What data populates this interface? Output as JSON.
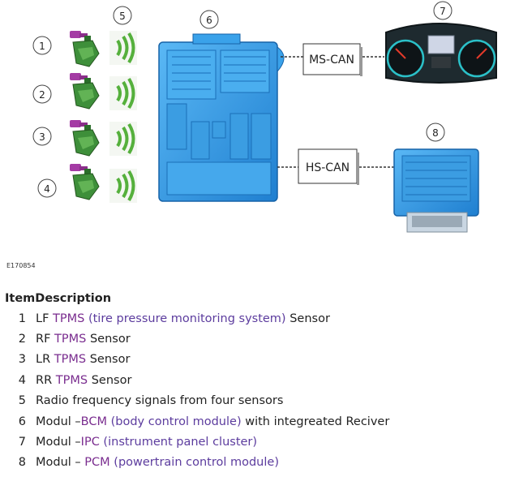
{
  "diagram": {
    "callouts": [
      "1",
      "2",
      "3",
      "4",
      "5",
      "6",
      "7",
      "8"
    ],
    "bus_ms": "MS-CAN",
    "bus_hs": "HS-CAN",
    "figure_id": "E170854",
    "icons": [
      "tpms-sensor-icon",
      "radio-wave-icon",
      "bcm-module-icon",
      "instrument-cluster-icon",
      "pcm-module-icon"
    ],
    "colors": {
      "module_blue": "#2f9be8",
      "sensor_green": "#3e8f3a",
      "valve_purple": "#8a2f8a",
      "wave_green": "#55b03c",
      "link": "#5c3c9e"
    }
  },
  "legend": {
    "header_item": "Item",
    "header_desc": "Description",
    "rows": [
      {
        "num": "1",
        "pre": "LF ",
        "acr": "TPMS",
        "link": " (tire pressure monitoring system)",
        "post": " Sensor"
      },
      {
        "num": "2",
        "pre": "RF ",
        "acr": "TPMS",
        "link": "",
        "post": " Sensor"
      },
      {
        "num": "3",
        "pre": "LR ",
        "acr": "TPMS",
        "link": "",
        "post": " Sensor"
      },
      {
        "num": "4",
        "pre": "RR ",
        "acr": "TPMS",
        "link": "",
        "post": " Sensor"
      },
      {
        "num": "5",
        "pre": "Radio frequency signals from four sensors",
        "acr": "",
        "link": "",
        "post": ""
      },
      {
        "num": "6",
        "pre": "Modul –",
        "acr": "BCM",
        "link": " (body control module)",
        "post": " with integreated Reciver"
      },
      {
        "num": "7",
        "pre": "Modul –",
        "acr": "IPC",
        "link": " (instrument panel cluster)",
        "post": ""
      },
      {
        "num": "8",
        "pre": "Modul – ",
        "acr": "PCM",
        "link": " (powertrain control module)",
        "post": ""
      }
    ]
  }
}
